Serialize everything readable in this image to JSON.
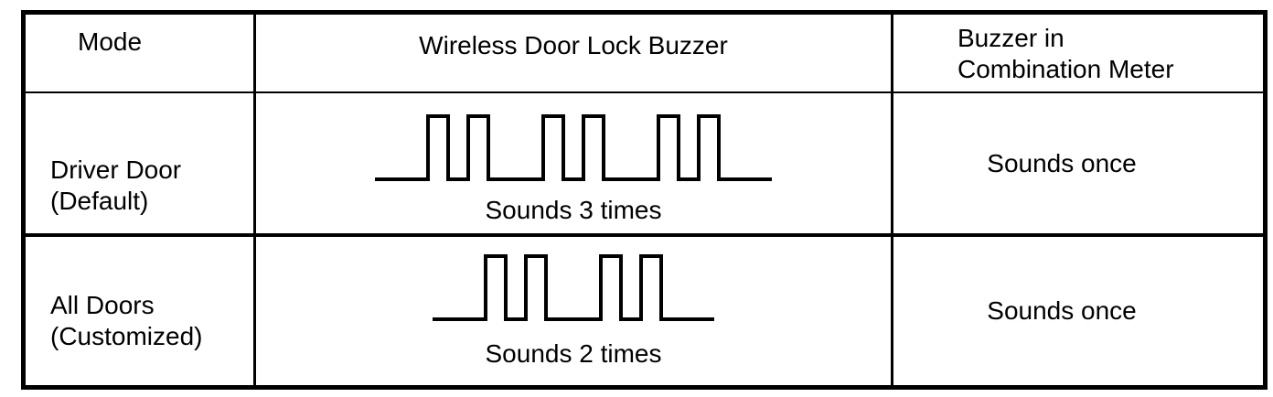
{
  "colors": {
    "ink": "#000000",
    "paper": "#ffffff"
  },
  "table": {
    "header": {
      "mode": "Mode",
      "wireless_buzzer": "Wireless Door Lock Buzzer",
      "meter_line1": "Buzzer in",
      "meter_line2": "Combination Meter"
    },
    "rows": [
      {
        "mode_line1": "Driver Door",
        "mode_line2": "(Default)",
        "buzzer_label": "Sounds 3 times",
        "meter": "Sounds once",
        "waveform": {
          "type": "pulse-train",
          "groups": 3,
          "pulses_per_group": 2,
          "pulse_width": 22,
          "pulse_gap": 22,
          "group_gap": 60,
          "lead": 58,
          "tail": 58,
          "pulse_height": 69,
          "stroke_width": 4
        }
      },
      {
        "mode_line1": "All Doors",
        "mode_line2": "(Customized)",
        "buzzer_label": "Sounds 2 times",
        "meter": "Sounds once",
        "waveform": {
          "type": "pulse-train",
          "groups": 2,
          "pulses_per_group": 2,
          "pulse_width": 22,
          "pulse_gap": 22,
          "group_gap": 60,
          "lead": 58,
          "tail": 58,
          "pulse_height": 69,
          "stroke_width": 4
        }
      }
    ]
  }
}
